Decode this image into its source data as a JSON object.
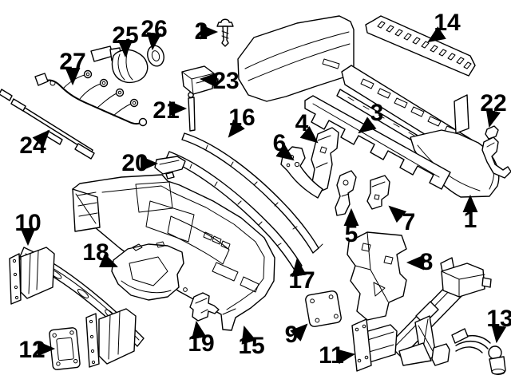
{
  "diagram": {
    "background_color": "#ffffff",
    "line_color": "#000000",
    "callout_color": "#000000",
    "callouts": [
      {
        "num": "1"
      },
      {
        "num": "2"
      },
      {
        "num": "3"
      },
      {
        "num": "4"
      },
      {
        "num": "5"
      },
      {
        "num": "6"
      },
      {
        "num": "7"
      },
      {
        "num": "8"
      },
      {
        "num": "9"
      },
      {
        "num": "10"
      },
      {
        "num": "11"
      },
      {
        "num": "12"
      },
      {
        "num": "13"
      },
      {
        "num": "14"
      },
      {
        "num": "15"
      },
      {
        "num": "16"
      },
      {
        "num": "17"
      },
      {
        "num": "18"
      },
      {
        "num": "19"
      },
      {
        "num": "20"
      },
      {
        "num": "21"
      },
      {
        "num": "22"
      },
      {
        "num": "23"
      },
      {
        "num": "24"
      },
      {
        "num": "25"
      },
      {
        "num": "26"
      },
      {
        "num": "27"
      }
    ]
  }
}
